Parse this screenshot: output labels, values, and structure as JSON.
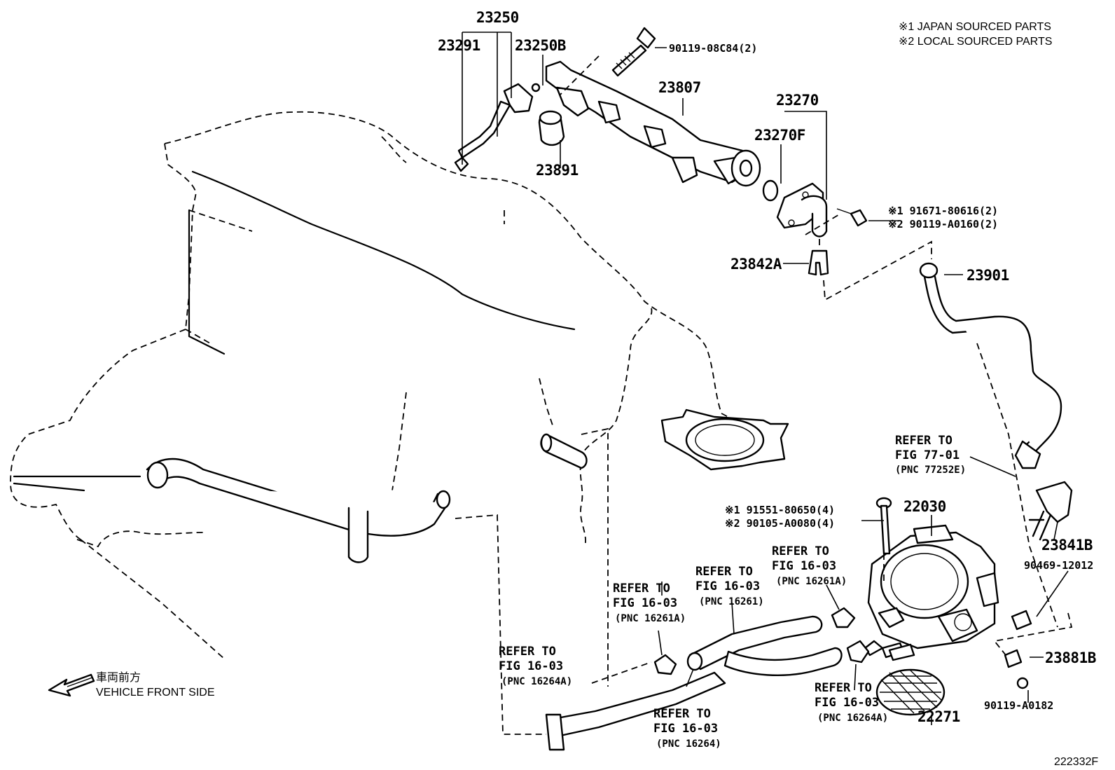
{
  "notes": {
    "japan": "※1 JAPAN SOURCED PARTS",
    "local": "※2 LOCAL SOURCED PARTS"
  },
  "parts": {
    "p23250": "23250",
    "p23291": "23291",
    "p23250B": "23250B",
    "p90119_08C84": "90119-08C84(2)",
    "p23807": "23807",
    "p23891": "23891",
    "p23270": "23270",
    "p23270F": "23270F",
    "p91671": "※1 91671-80616(2)",
    "p90119_A0160": "※2 90119-A0160(2)",
    "p23842A": "23842A",
    "p23901": "23901",
    "p91551": "※1 91551-80650(4)",
    "p90105": "※2 90105-A0080(4)",
    "p22030": "22030",
    "p23841B": "23841B",
    "p90469": "90469-12012",
    "p23881B": "23881B",
    "p90119_A0182": "90119-A0182",
    "p22271": "22271"
  },
  "refs": {
    "r77_01": {
      "l1": "REFER TO",
      "l2": "FIG 77-01",
      "l3": "(PNC 77252E)"
    },
    "r16261A_top": {
      "l1": "REFER TO",
      "l2": "FIG 16-03",
      "l3": "(PNC 16261A)"
    },
    "r16261": {
      "l1": "REFER TO",
      "l2": "FIG 16-03",
      "l3": "(PNC 16261)"
    },
    "r16261A_left": {
      "l1": "REFER TO",
      "l2": "FIG 16-03",
      "l3": "(PNC 16261A)"
    },
    "r16264A_left": {
      "l1": "REFER TO",
      "l2": "FIG 16-03",
      "l3": "(PNC 16264A)"
    },
    "r16264": {
      "l1": "REFER TO",
      "l2": "FIG 16-03",
      "l3": "(PNC 16264)"
    },
    "r16264A_right": {
      "l1": "REFER TO",
      "l2": "FIG 16-03",
      "l3": "(PNC 16264A)"
    }
  },
  "front": {
    "japanese": "車両前方",
    "english": "VEHICLE FRONT SIDE"
  },
  "figure_code": "222332F"
}
